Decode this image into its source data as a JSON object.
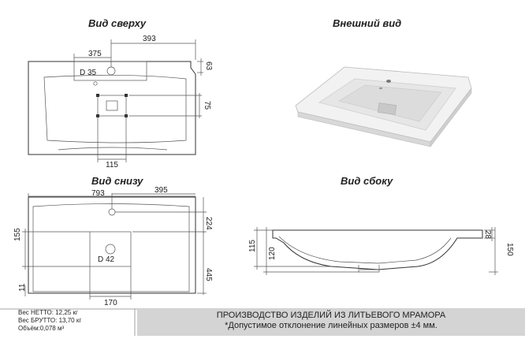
{
  "views": {
    "top": "Вид сверху",
    "exterior": "Внешний вид",
    "bottom": "Вид снизу",
    "side": "Вид сбоку"
  },
  "dimensions": {
    "top": {
      "d393": "393",
      "d375": "375",
      "d63": "63",
      "d35": "D 35",
      "d75": "75",
      "d115": "115"
    },
    "bottom": {
      "d793": "793",
      "d395": "395",
      "d224": "224",
      "d155": "155",
      "d42": "D 42",
      "d445": "445",
      "d11": "11",
      "d170": "170"
    },
    "side": {
      "d115": "115",
      "d120": "120",
      "d28": "28",
      "d150": "150"
    }
  },
  "specs": {
    "net": "Вес НЕТТО: 12,25 кг",
    "gross": "Вес БРУТТО: 13,70 кг",
    "volume": "Объём:0,078 м³"
  },
  "footer": {
    "line1": "ПРОИЗВОДСТВО ИЗДЕЛИЙ ИЗ ЛИТЬЕВОГО МРАМОРА",
    "line2": "*Допустимое отклонение линейных размеров ±4 мм."
  }
}
